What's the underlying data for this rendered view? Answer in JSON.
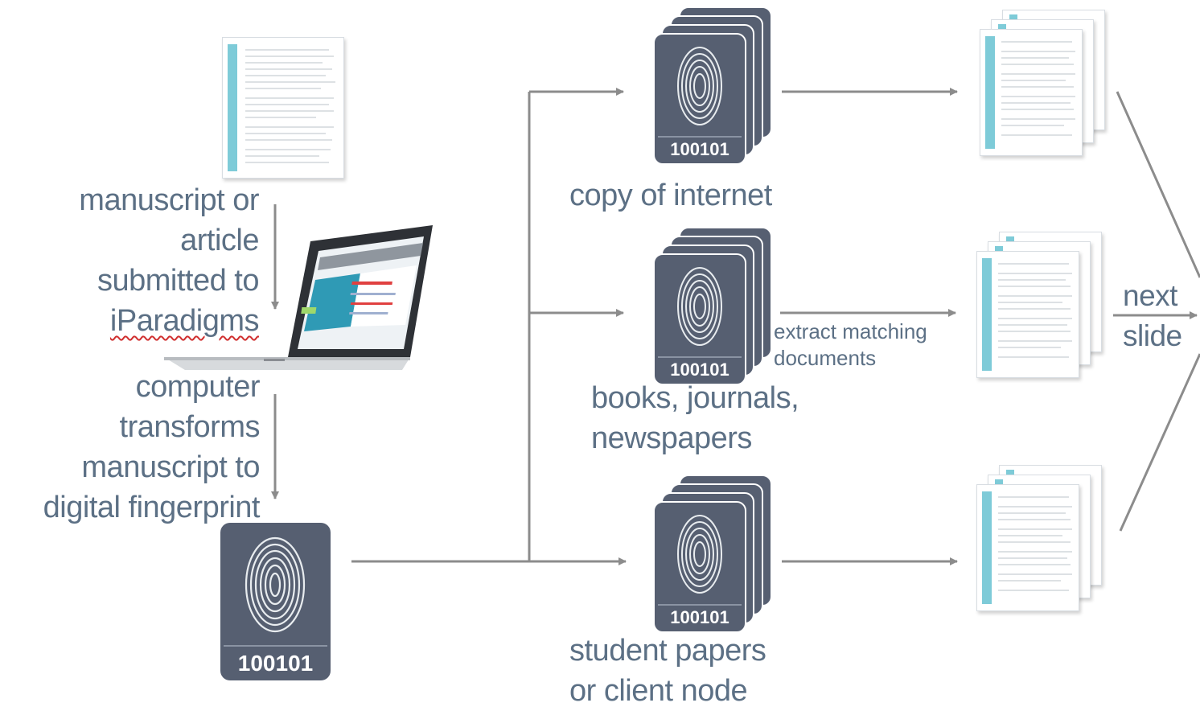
{
  "labels": {
    "manuscript_line1": "manuscript or",
    "manuscript_line2": "article",
    "manuscript_line3": "submitted to",
    "manuscript_line4": "iParadigms",
    "computer_line1": "computer",
    "computer_line2": "transforms",
    "computer_line3": "manuscript to",
    "computer_line4": "digital fingerprint",
    "copy_internet": "copy of internet",
    "books_line1": "books, journals,",
    "books_line2": "newspapers",
    "student_line1": "student papers",
    "student_line2": "or client node",
    "extract_line1": "extract matching",
    "extract_line2": "documents",
    "next_line1": "next",
    "next_line2": "slide"
  },
  "fingerprint_code": "100101",
  "colors": {
    "text": "#5c7085",
    "arrow": "#8c8c8c",
    "card": "#565f71",
    "doc_accent": "#7ecbd8",
    "spellcheck": "#d03030"
  },
  "icons": {
    "fingerprint": "fingerprint-icon",
    "document": "document-icon",
    "laptop": "laptop-icon"
  }
}
